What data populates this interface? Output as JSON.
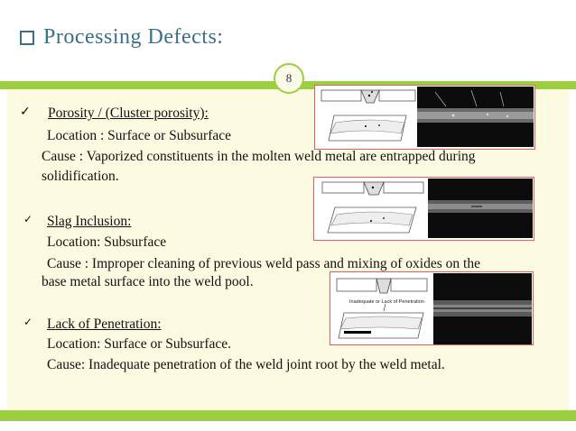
{
  "title": "Processing  Defects:",
  "page_number": "8",
  "sections": [
    {
      "heading": "Porosity / (Cluster porosity):",
      "location": "Location : Surface or Subsurface",
      "cause_line1": "Cause : Vaporized constituents in the molten weld metal are entrapped during",
      "cause_line2": "solidification."
    },
    {
      "heading": "Slag Inclusion:",
      "location": "Location: Subsurface",
      "cause_line1": "Cause : Improper cleaning of previous weld pass and mixing of oxides on the",
      "cause_line2": "base metal surface into the weld pool."
    },
    {
      "heading": "Lack of Penetration:",
      "location": "Location: Surface or Subsurface.",
      "cause_line1": "Cause: Inadequate penetration of the weld joint root by the weld metal."
    }
  ],
  "figure_label_3": "Inadequate or Lack of Penetration",
  "icons": {
    "title_bullet": "checkbox-square-icon",
    "item_bullet": "checkmark-icon"
  },
  "colors": {
    "title": "#3a6f8c",
    "accent_bar": "#9bcf3f",
    "content_bg": "#fcfbe1",
    "figure_border": "#e06060"
  }
}
